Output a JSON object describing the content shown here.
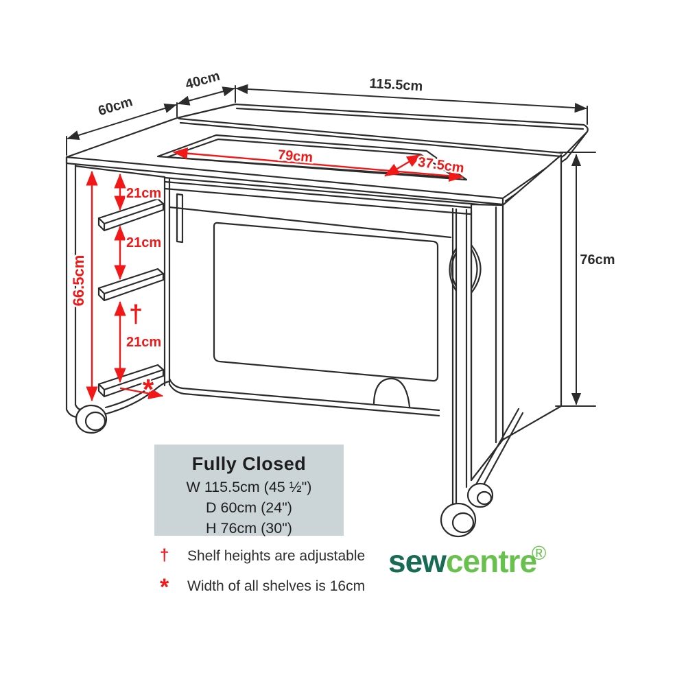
{
  "diagram": {
    "labels": {
      "total_width": "115.5cm",
      "rear_depth": "40cm",
      "side_depth": "60cm",
      "opening_length": "79cm",
      "opening_width": "37.5cm",
      "shelf_gap_1": "21cm",
      "shelf_gap_2": "21cm",
      "shelf_gap_3": "21cm",
      "interior_height": "66.5cm",
      "total_height": "76cm",
      "dagger": "†",
      "asterisk": "*"
    }
  },
  "spec_box": {
    "title": "Fully Closed",
    "lines": [
      "W 115.5cm (45 ½\")",
      "D 60cm (24\")",
      "H 76cm (30\")"
    ]
  },
  "footnotes": [
    {
      "symbol": "†",
      "text": "Shelf heights are adjustable"
    },
    {
      "symbol": "*",
      "text": "Width of all shelves is 16cm"
    }
  ],
  "logo": {
    "part1": "sew",
    "part2": "centre",
    "registered": "®"
  },
  "colors": {
    "dimension_red": "#f21818",
    "line_black": "#2b2b2b",
    "spec_box_bg": "#cbd4d6",
    "logo_dark_green": "#176b53",
    "logo_light_green": "#68c04d"
  }
}
